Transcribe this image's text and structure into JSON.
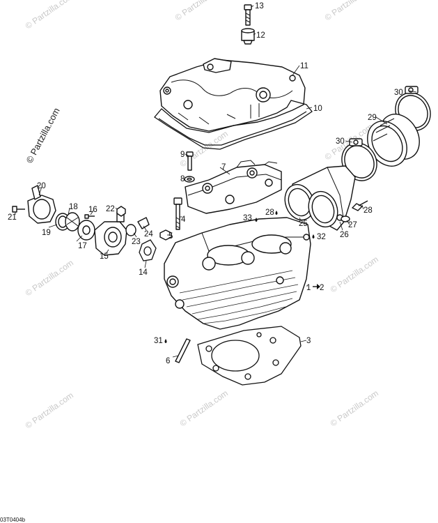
{
  "diagram": {
    "watermark": "© Partzilla.com",
    "drawing_code": "03T0404b",
    "callouts": [
      {
        "label": "13",
        "ref": "bolt-cover"
      },
      {
        "label": "12",
        "ref": "grommet"
      },
      {
        "label": "11",
        "ref": "valve-cover"
      },
      {
        "label": "10",
        "ref": "cover-gasket"
      },
      {
        "label": "30",
        "ref": "hose-clamp-upper"
      },
      {
        "label": "29",
        "ref": "intake-boot"
      },
      {
        "label": "30",
        "ref": "hose-clamp-lower"
      },
      {
        "label": "9",
        "ref": "screw"
      },
      {
        "label": "8",
        "ref": "washer"
      },
      {
        "label": "7",
        "ref": "camshaft-bearing-cap"
      },
      {
        "label": "20",
        "ref": "thermostat-cover"
      },
      {
        "label": "21",
        "ref": "cover-screw"
      },
      {
        "label": "18",
        "ref": "thermostat"
      },
      {
        "label": "19",
        "ref": "o-ring"
      },
      {
        "label": "17",
        "ref": "thermostat-body"
      },
      {
        "label": "16",
        "ref": "screw-small"
      },
      {
        "label": "22",
        "ref": "temperature-sensor"
      },
      {
        "label": "24",
        "ref": "sealing-ring"
      },
      {
        "label": "23",
        "ref": "o-ring-housing"
      },
      {
        "label": "15",
        "ref": "thermostat-housing"
      },
      {
        "label": "14",
        "ref": "housing-gasket"
      },
      {
        "label": "5",
        "ref": "nut"
      },
      {
        "label": "4",
        "ref": "cylinder-head-bolt"
      },
      {
        "label": "33",
        "ref": "sealant-33"
      },
      {
        "label": "28",
        "ref": "sealant-28"
      },
      {
        "label": "25",
        "ref": "intake-o-rings"
      },
      {
        "label": "26",
        "ref": "intake-manifold"
      },
      {
        "label": "27",
        "ref": "manifold-washer"
      },
      {
        "label": "28",
        "ref": "manifold-screw"
      },
      {
        "label": "32",
        "ref": "sealant-32"
      },
      {
        "label": "1",
        "ref": "cylinder-head"
      },
      {
        "label": "2",
        "ref": "cylinder-head-assy"
      },
      {
        "label": "31",
        "ref": "sealant-31"
      },
      {
        "label": "6",
        "ref": "dowel-pin"
      },
      {
        "label": "3",
        "ref": "head-gasket"
      }
    ]
  }
}
